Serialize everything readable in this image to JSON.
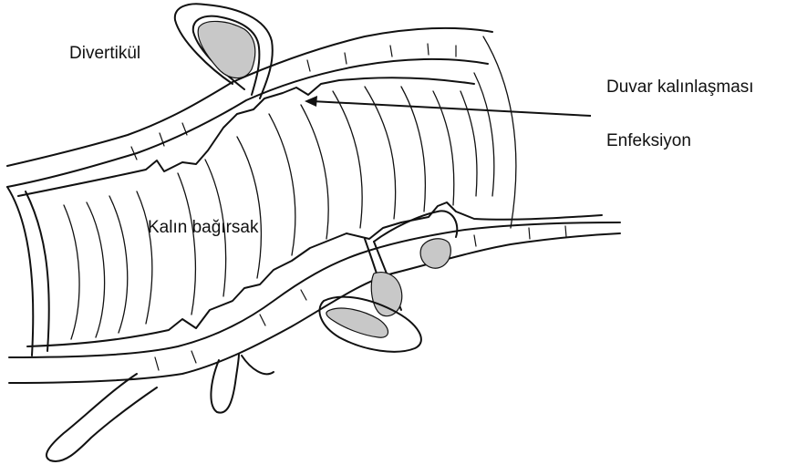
{
  "diagram": {
    "labels": {
      "diverticulum": "Divertikül",
      "large_intestine": "Kalın bağırsak",
      "wall_thickening": "Duvar kalınlaşması",
      "infection": "Enfeksiyon"
    },
    "colors": {
      "line": "#111111",
      "pouch_fill": "#c8c8c8",
      "background": "#ffffff"
    }
  }
}
